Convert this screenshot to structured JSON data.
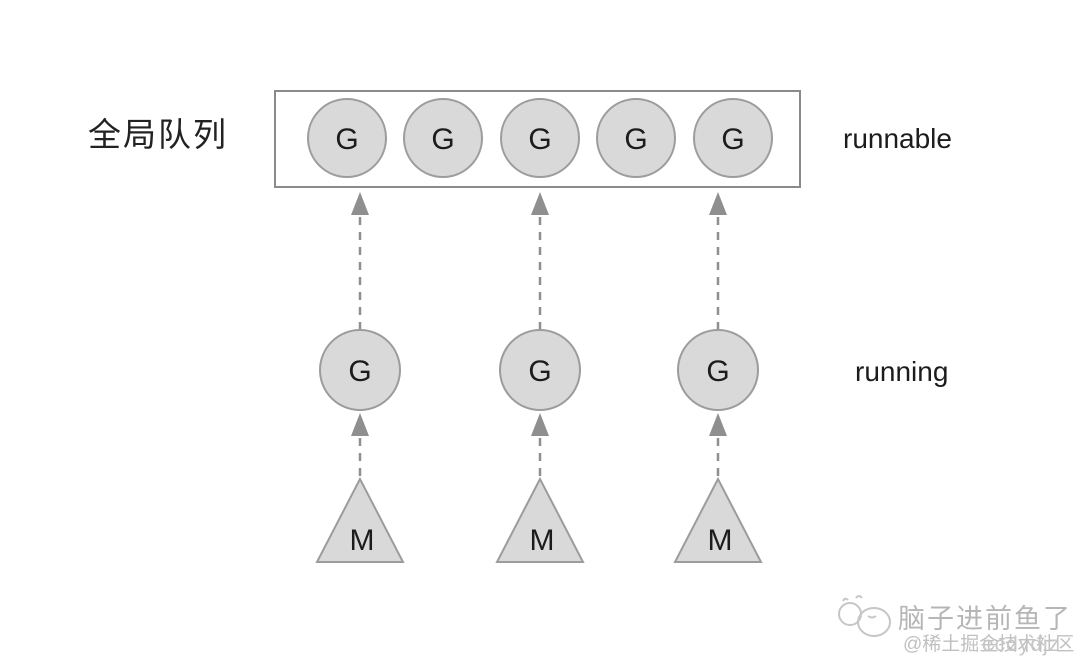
{
  "diagram": {
    "queue_label": "全局队列",
    "queue": {
      "nodes": [
        "G",
        "G",
        "G",
        "G",
        "G"
      ],
      "state": "runnable"
    },
    "running": {
      "nodes": [
        "G",
        "G",
        "G"
      ],
      "state": "running"
    },
    "machines": [
      "M",
      "M",
      "M"
    ]
  },
  "watermark": {
    "brand": "脑子进前鱼了",
    "handle_cn": "@稀土掘金技术社区",
    "handle_overlay": "ecdydjz"
  },
  "colors": {
    "node_fill": "#d9d9d9",
    "node_stroke": "#9c9c9c",
    "box_stroke": "#8a8a8a",
    "arrow": "#8f8f8f",
    "text": "#1c1c1c",
    "watermark": "#bcbcbc"
  }
}
